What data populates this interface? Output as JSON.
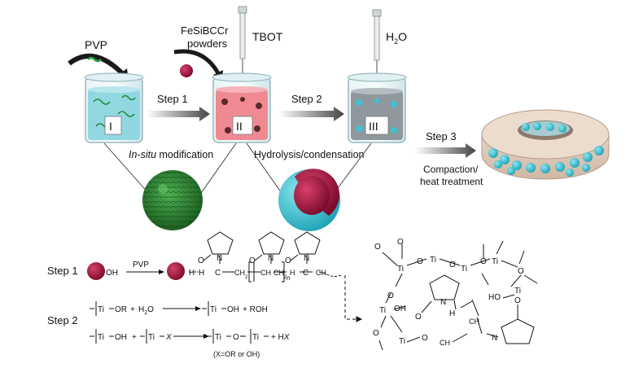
{
  "top": {
    "pvp": "PVP",
    "powder_line1": "FeSiBCCr",
    "powder_line2": "powders",
    "tbot": "TBOT",
    "water": "H",
    "water_sub": "2",
    "water_tail": "O",
    "beaker_1": "I",
    "beaker_2": "II",
    "beaker_3": "III",
    "step1": "Step 1",
    "step2": "Step 2",
    "step3": "Step 3",
    "insitu_italic": "In-situ",
    "insitu_rest": " modification",
    "hydrolysis": "Hydrolysis/condensation",
    "compaction": "Compaction/",
    "heat": "heat treatment"
  },
  "bottom": {
    "step1": "Step 1",
    "step2": "Step 2",
    "oh": "OH",
    "pvp": "PVP",
    "h": "H",
    "c": "C",
    "ch": "CH",
    "n": "N",
    "o": "O",
    "ti": "Ti",
    "or": "OR",
    "plus": "+",
    "h2o": "H",
    "h2o_sub": "2",
    "h2o_tail": "O",
    "roh": "+ ROH",
    "x": "X",
    "hx": "+ H",
    "note": "(X=OR or OH)",
    "ho": "HO",
    "n_sub": "n",
    "two_sub": "2"
  },
  "colors": {
    "beaker_glass": "#d8eef1",
    "water_blue": "#7fd0dc",
    "pink_liquid": "#f0808a",
    "gray_liquid": "#8c959a",
    "core_red": "#a3163f",
    "shell_cyan": "#3ec3d3",
    "green_ball": "#2e8b3a"
  }
}
